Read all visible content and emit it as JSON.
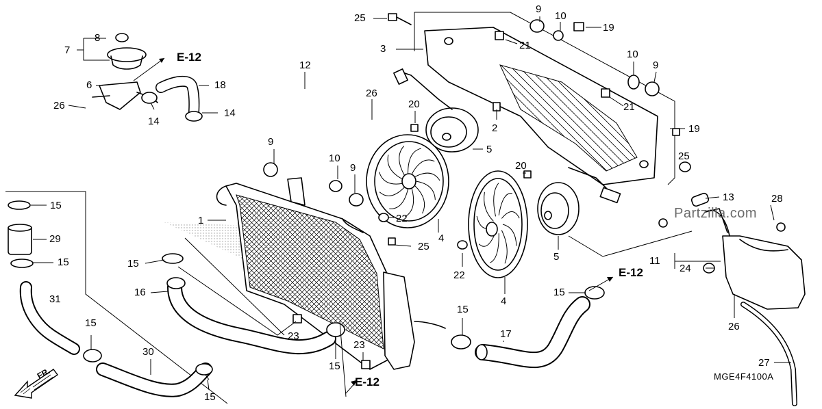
{
  "watermark": "Partzilla.com",
  "diagram_code": "MGE4F4100A",
  "direction_label": "FR.",
  "refs": {
    "e12_a": "E-12",
    "e12_b": "E-12",
    "e12_c": "E-12"
  },
  "callouts": [
    "25",
    "3",
    "9",
    "10",
    "19",
    "21",
    "10",
    "9",
    "21",
    "19",
    "25",
    "13",
    "28",
    "11",
    "24",
    "26",
    "27",
    "8",
    "7",
    "6",
    "26",
    "14",
    "18",
    "14",
    "12",
    "26",
    "20",
    "2",
    "5",
    "20",
    "5",
    "4",
    "22",
    "4",
    "9",
    "10",
    "9",
    "22",
    "25",
    "1",
    "15",
    "29",
    "15",
    "31",
    "15",
    "30",
    "15",
    "16",
    "15",
    "23",
    "23",
    "15",
    "15",
    "17",
    "15"
  ]
}
